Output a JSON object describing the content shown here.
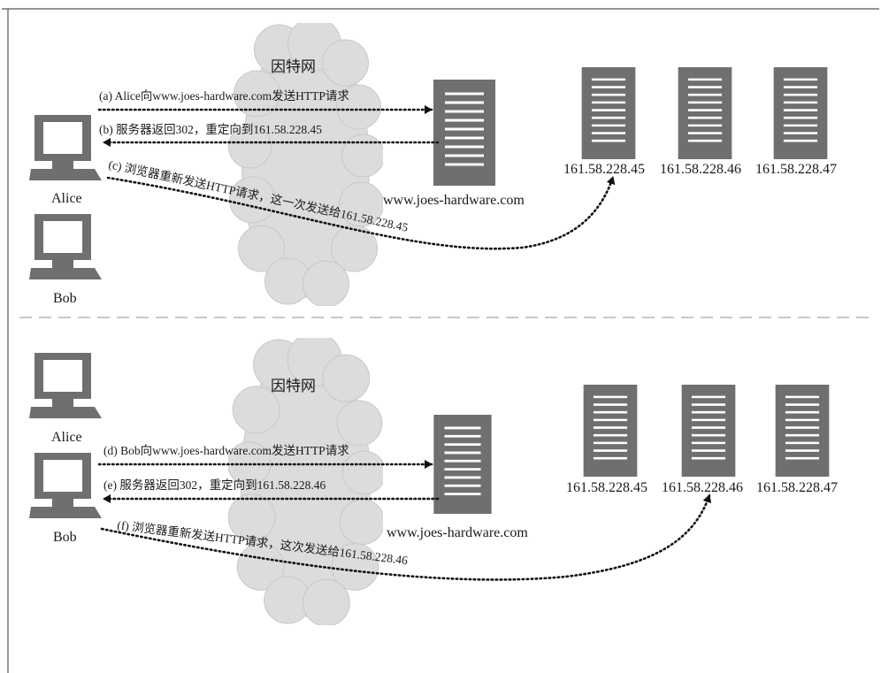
{
  "scenes": [
    {
      "network_label": "因特网",
      "clients": [
        {
          "id": "alice",
          "label": "Alice",
          "active": true
        },
        {
          "id": "bob",
          "label": "Bob",
          "active": false
        }
      ],
      "redirector": {
        "label": "www.joes-hardware.com"
      },
      "servers": [
        "161.58.228.45",
        "161.58.228.46",
        "161.58.228.47"
      ],
      "messages": [
        {
          "id": "a",
          "text": "(a)  Alice向www.joes-hardware.com发送HTTP请求"
        },
        {
          "id": "b",
          "text": "(b)  服务器返回302，重定向到161.58.228.45"
        },
        {
          "id": "c",
          "text": "(c)  浏览器重新发送HTTP请求，这一次发送给161.58.228.45"
        }
      ]
    },
    {
      "network_label": "因特网",
      "clients": [
        {
          "id": "alice",
          "label": "Alice",
          "active": false
        },
        {
          "id": "bob",
          "label": "Bob",
          "active": true
        }
      ],
      "redirector": {
        "label": "www.joes-hardware.com"
      },
      "servers": [
        "161.58.228.45",
        "161.58.228.46",
        "161.58.228.47"
      ],
      "messages": [
        {
          "id": "d",
          "text": "(d)  Bob向www.joes-hardware.com发送HTTP请求"
        },
        {
          "id": "e",
          "text": "(e)  服务器返回302，重定向到161.58.228.46"
        },
        {
          "id": "f",
          "text": "(f)  浏览器重新发送HTTP请求，这次发送给161.58.228.46"
        }
      ]
    }
  ]
}
